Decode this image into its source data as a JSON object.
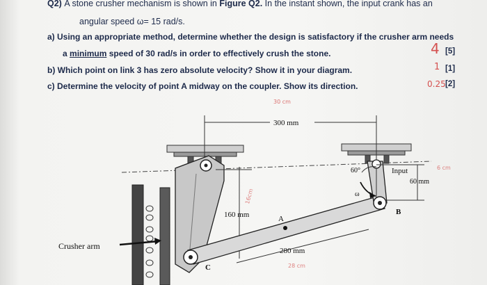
{
  "question": {
    "heading": "Q2)",
    "intro_line1": "A stone crusher mechanism is shown in",
    "figure_ref": "Figure Q2.",
    "intro_line1_tail": "In the instant shown, the input crank has an",
    "intro_line2": "angular speed ω= 15 rad/s.",
    "part_a_line1": "a) Using an appropriate method, determine whether the design is satisfactory if the crusher arm needs",
    "part_a_line2_pre": "a",
    "part_a_underlined": "minimum",
    "part_a_line2_post": "speed of 30 rad/s in order to effectively crush the stone.",
    "part_a_marks": "[5]",
    "part_b": "b) Which point on link 3 has zero absolute velocity? Show it in your diagram.",
    "part_b_marks": "[1]",
    "part_c": "c) Determine the velocity of point A midway on the coupler. Show its direction.",
    "part_c_marks": "[2]"
  },
  "handwritten": {
    "score_a": "4",
    "score_b": "1",
    "score_c": "0.25",
    "note_top": "30 cm",
    "note_16": "16cm",
    "note_6": "6 cm",
    "note_28": "28 cm"
  },
  "figure": {
    "dim_top": "300 mm",
    "dim_left": "160 mm",
    "dim_bottom": "280 mm",
    "dim_right": "60 mm",
    "angle": "60°",
    "omega": "ω",
    "input_label": "Input",
    "point_a": "A",
    "point_b": "B",
    "point_c": "C",
    "crusher_label": "Crusher arm"
  }
}
